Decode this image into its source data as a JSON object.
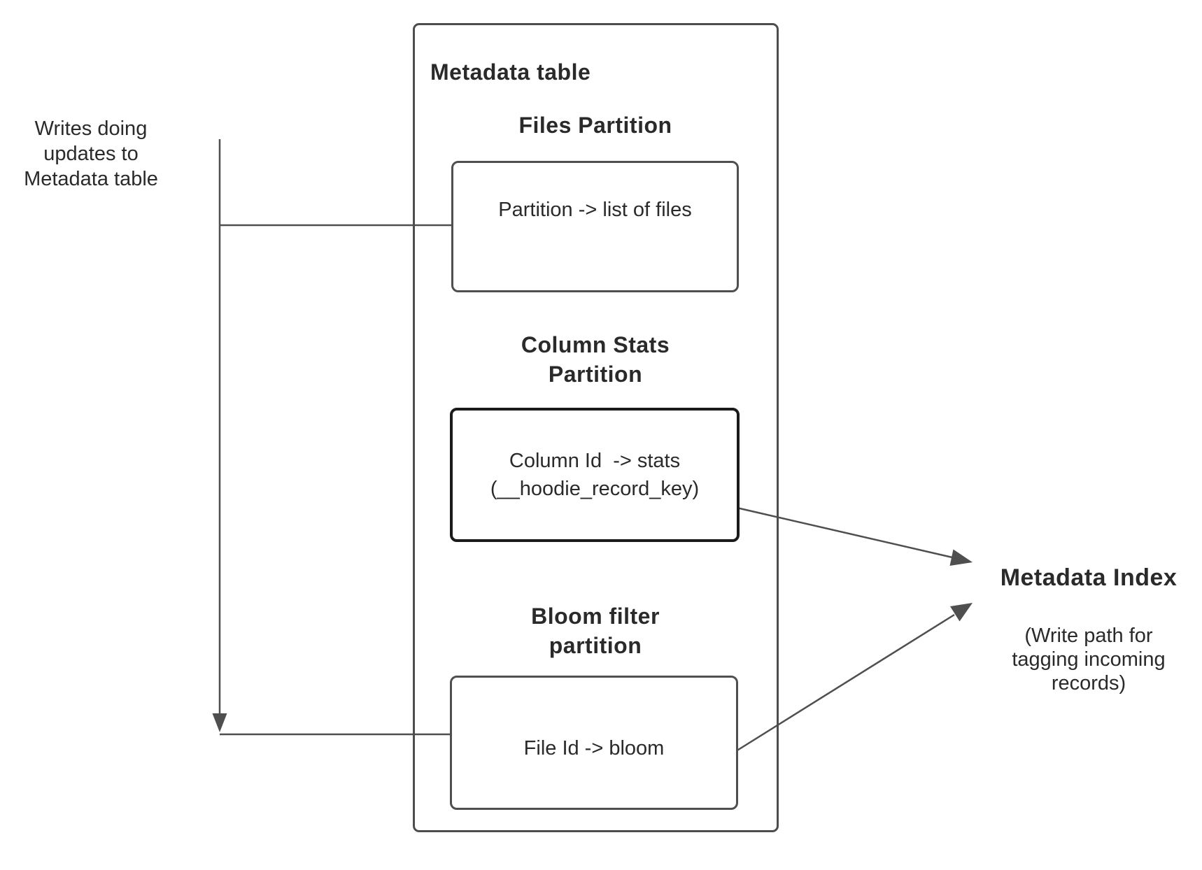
{
  "colors": {
    "line": "#4f4f4f",
    "box_border": "#4d4d4d",
    "stats_box_border": "#1b1b1b",
    "text": "#2a2a2a"
  },
  "left_note": {
    "text": "Writes doing\nupdates to\nMetadata table"
  },
  "metadata_table": {
    "title": "Metadata table",
    "files_partition": {
      "heading": "Files Partition",
      "box_text": "Partition -> list of files"
    },
    "column_stats_partition": {
      "heading": "Column Stats\nPartition",
      "box_text": "Column Id  -> stats\n(__hoodie_record_key)"
    },
    "bloom_filter_partition": {
      "heading": "Bloom filter\npartition",
      "box_text": "File Id -> bloom"
    }
  },
  "metadata_index": {
    "title": "Metadata Index",
    "caption": "(Write path for\ntagging incoming\nrecords)"
  }
}
